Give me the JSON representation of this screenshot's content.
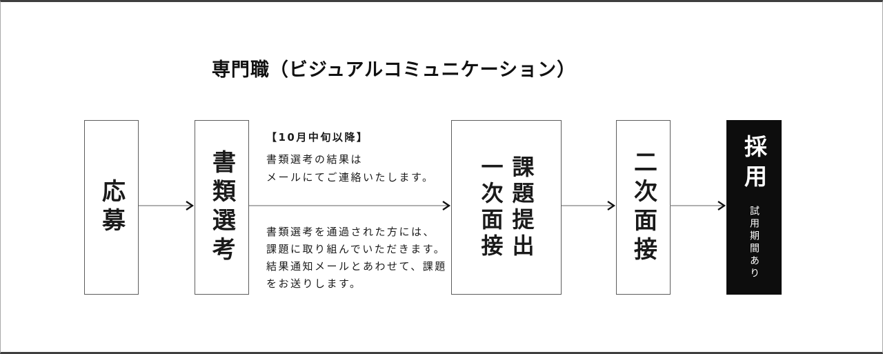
{
  "title": "専門職（ビジュアルコミュニケーション）",
  "boxes": {
    "apply": {
      "label": "応募"
    },
    "screening": {
      "label": "書類選考"
    },
    "first_interview": {
      "left": "一次面接",
      "right": "課題提出"
    },
    "second_interview": {
      "label": "二次面接"
    },
    "hired": {
      "label": "採用",
      "note": "試用期間あり"
    }
  },
  "annotations": {
    "schedule_heading": "【10月中旬以降】",
    "result_lines": [
      "書類選考の結果は",
      "メールにてご連絡いたします。"
    ],
    "task_lines": [
      "書類選考を通過された方には、",
      "課題に取り組んでいただきます。",
      "結果通知メールとあわせて、課題",
      "をお送りします。"
    ]
  },
  "colors": {
    "background": "#ffffff",
    "text": "#1a1a1a",
    "box_border": "#5c5c5c",
    "hired_bg": "#0d0d0d",
    "hired_text": "#ffffff",
    "arrow_line": "#808080",
    "arrow_head": "#111111"
  }
}
